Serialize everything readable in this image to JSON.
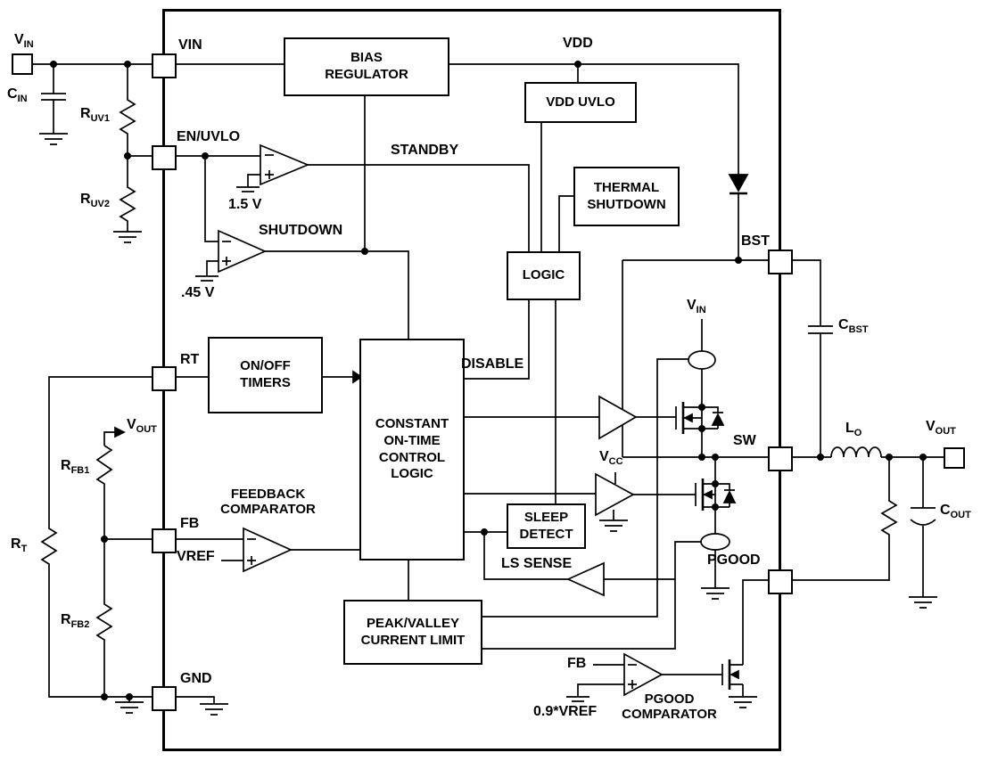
{
  "ic": {
    "pins": {
      "vin": "VIN",
      "en_uvlo": "EN/UVLO",
      "rt": "RT",
      "fb": "FB",
      "gnd": "GND",
      "bst": "BST",
      "sw": "SW",
      "pgood": "PGOOD"
    }
  },
  "blocks": {
    "bias": "BIAS\nREGULATOR",
    "vdd_uvlo": "VDD UVLO",
    "thermal": "THERMAL\nSHUTDOWN",
    "logic": "LOGIC",
    "timers": "ON/OFF\nTIMERS",
    "cot": "CONSTANT\nON-TIME\nCONTROL\nLOGIC",
    "sleep": "SLEEP\nDETECT",
    "peak": "PEAK/VALLEY\nCURRENT LIMIT"
  },
  "signals": {
    "vdd": "VDD",
    "standby": "STANDBY",
    "shutdown": "SHUTDOWN",
    "disable": "DISABLE",
    "ls_sense": "LS SENSE",
    "vref": "VREF",
    "fb_stub": "FB",
    "feedback_comparator": "FEEDBACK\nCOMPARATOR",
    "pgood_comparator": "PGOOD\nCOMPARATOR"
  },
  "references": {
    "standby_ref": "1.5 V",
    "shutdown_ref": ".45 V",
    "pgood_ref": "0.9*VREF"
  },
  "parts": {
    "vin_pad": {
      "main": "V",
      "sub": "IN"
    },
    "cin": {
      "main": "C",
      "sub": "IN"
    },
    "ruv1": {
      "main": "R",
      "sub": "UV1"
    },
    "ruv2": {
      "main": "R",
      "sub": "UV2"
    },
    "rt": {
      "main": "R",
      "sub": "T"
    },
    "rfb1": {
      "main": "R",
      "sub": "FB1"
    },
    "rfb2": {
      "main": "R",
      "sub": "FB2"
    },
    "vout_fb": {
      "main": "V",
      "sub": "OUT"
    },
    "vcc": {
      "main": "V",
      "sub": "CC"
    },
    "vin_source": {
      "main": "V",
      "sub": "IN"
    },
    "cbst": {
      "main": "C",
      "sub": "BST"
    },
    "lo": {
      "main": "L",
      "sub": "O"
    },
    "vout_pad": {
      "main": "V",
      "sub": "OUT"
    },
    "cout": {
      "main": "C",
      "sub": "OUT"
    }
  },
  "colors": {
    "line": "#000000",
    "background": "#ffffff"
  }
}
